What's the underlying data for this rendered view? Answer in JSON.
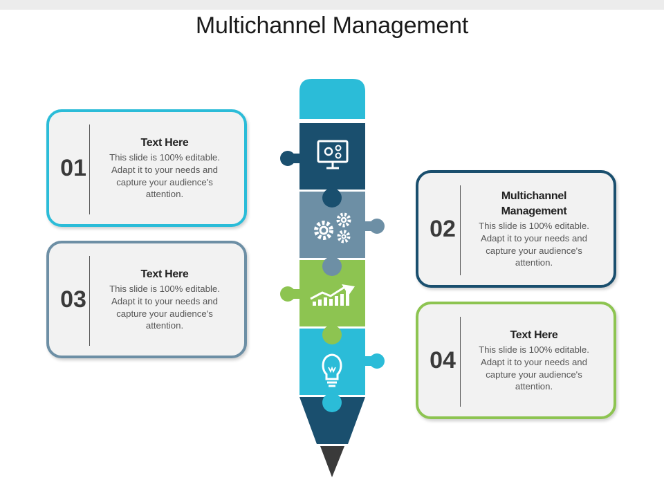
{
  "title": "Multichannel Management",
  "colors": {
    "cyan": "#2bbcd8",
    "navy": "#1a4f6e",
    "slate": "#6d8fa5",
    "green": "#8dc451",
    "tip": "#3a3a3a"
  },
  "cards": {
    "c01": {
      "number": "01",
      "heading": "Text Here",
      "body": "This slide is 100% editable. Adapt it to your needs and capture your audience's attention."
    },
    "c02": {
      "number": "02",
      "heading": "Multichannel Management",
      "body": "This slide is 100% editable. Adapt it to your needs and capture your audience's attention."
    },
    "c03": {
      "number": "03",
      "heading": "Text Here",
      "body": "This slide is 100% editable. Adapt it to your needs and capture your audience's attention."
    },
    "c04": {
      "number": "04",
      "heading": "Text Here",
      "body": "This slide is 100% editable. Adapt it to your needs and capture your audience's attention."
    }
  },
  "pencil_segments": [
    {
      "icon": "monitor-gear-icon",
      "color": "#1a4f6e"
    },
    {
      "icon": "gears-icon",
      "color": "#6d8fa5"
    },
    {
      "icon": "growth-chart-icon",
      "color": "#8dc451"
    },
    {
      "icon": "lightbulb-icon",
      "color": "#2bbcd8"
    }
  ]
}
